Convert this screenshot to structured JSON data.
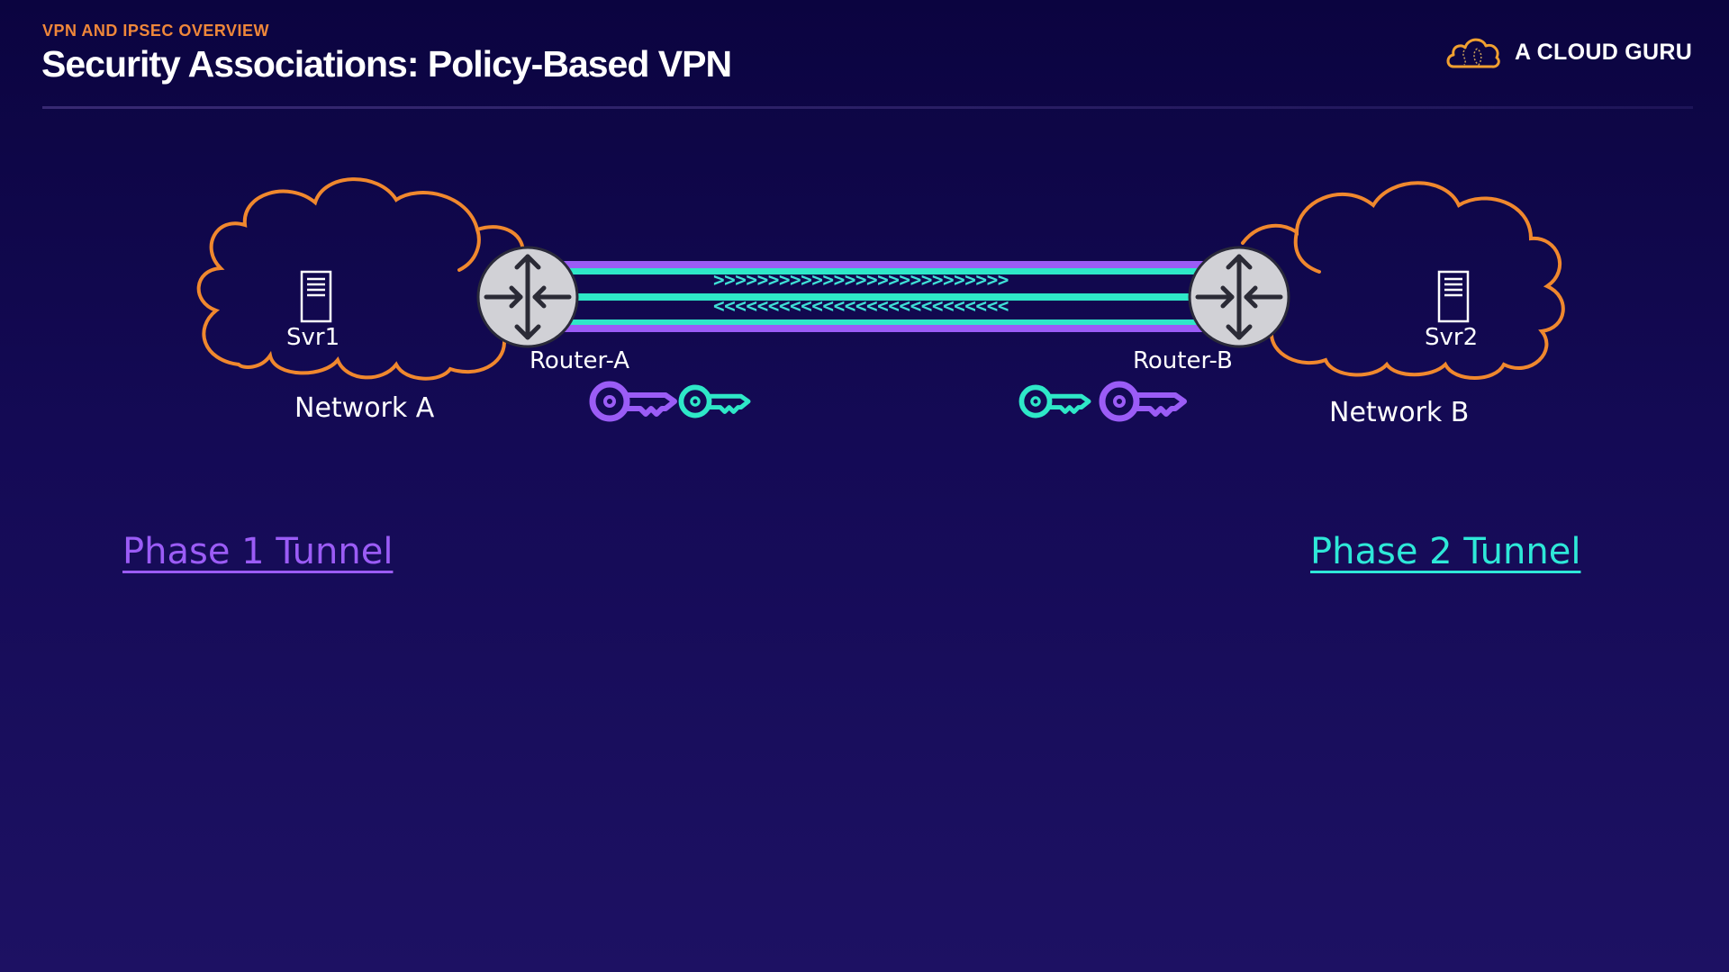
{
  "header": {
    "eyebrow": "VPN AND IPSEC OVERVIEW",
    "title": "Security Associations: Policy-Based VPN"
  },
  "brand": {
    "logo_icon": "cloud-logo-icon",
    "name": "A CLOUD GURU"
  },
  "colors": {
    "accent_orange": "#f0873a",
    "phase1_purple": "#9b5cf6",
    "phase2_teal": "#2ee8c8",
    "router_fill": "#d1d1d6",
    "background": "#140a55"
  },
  "diagram": {
    "network_a": {
      "label": "Network A",
      "server": {
        "label": "Svr1",
        "icon": "server-icon"
      },
      "router": {
        "label": "Router-A",
        "icon": "router-icon"
      },
      "keys": [
        "phase1-key",
        "phase2-key"
      ]
    },
    "network_b": {
      "label": "Network B",
      "server": {
        "label": "Svr2",
        "icon": "server-icon"
      },
      "router": {
        "label": "Router-B",
        "icon": "router-icon"
      },
      "keys": [
        "phase2-key",
        "phase1-key"
      ]
    },
    "tunnel": {
      "outbound_flow": ">>>>>>>>>>>>>>>>>>>>>>>>>>>",
      "inbound_flow": "<<<<<<<<<<<<<<<<<<<<<<<<<<<"
    }
  },
  "legend": {
    "phase1": "Phase 1 Tunnel",
    "phase2": "Phase 2 Tunnel"
  }
}
